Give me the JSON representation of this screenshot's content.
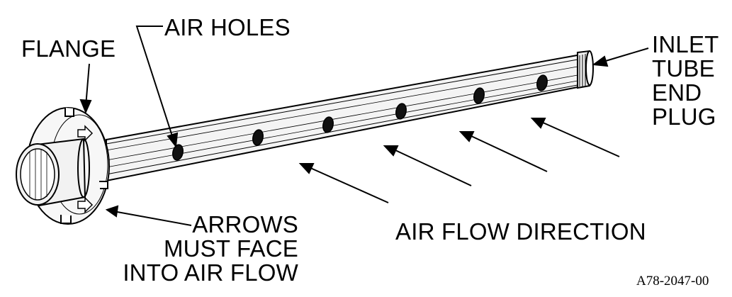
{
  "labels": {
    "flange": "FLANGE",
    "air_holes": "AIR HOLES",
    "inlet_tube_end_plug": [
      "INLET",
      "TUBE",
      "END",
      "PLUG"
    ],
    "arrows_must_face": [
      "ARROWS",
      "MUST FACE",
      "INTO AIR FLOW"
    ],
    "air_flow_direction": "AIR FLOW DIRECTION"
  },
  "figure_code": "A78-2047-00",
  "colors": {
    "ink": "#000000",
    "tube_fill": "#f4f4f4",
    "hole_fill": "#111111",
    "background": "#ffffff"
  }
}
